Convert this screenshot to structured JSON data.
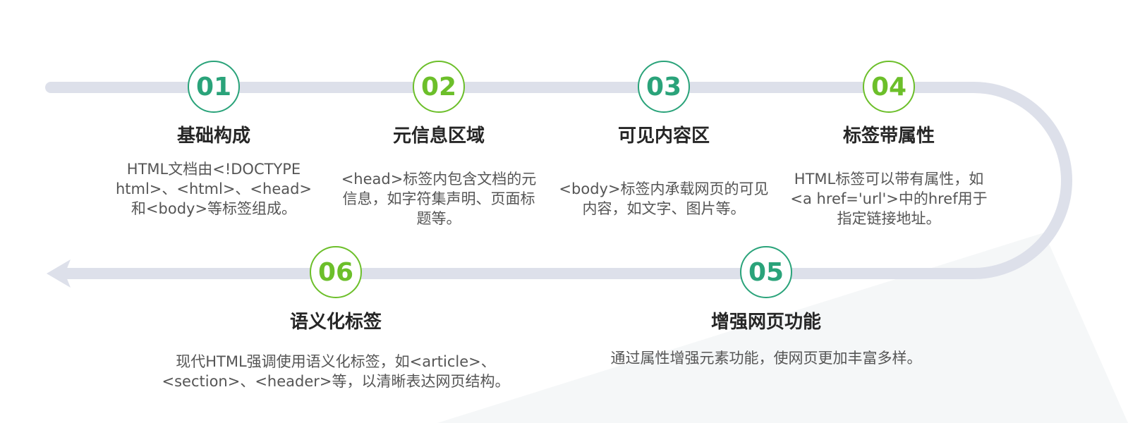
{
  "colors": {
    "track": "#dde0ea",
    "teal": "#2aa37a",
    "lime": "#6cbf2a",
    "title": "#262626",
    "text": "#555555"
  },
  "steps": [
    {
      "number": "01",
      "title": "基础构成",
      "description": "HTML文档由<!DOCTYPE html>、<html>、<head>和<body>等标签组成。"
    },
    {
      "number": "02",
      "title": "元信息区域",
      "description": "<head>标签内包含文档的元信息，如字符集声明、页面标题等。"
    },
    {
      "number": "03",
      "title": "可见内容区",
      "description": "<body>标签内承载网页的可见内容，如文字、图片等。"
    },
    {
      "number": "04",
      "title": "标签带属性",
      "description": "HTML标签可以带有属性，如<a href='url'>中的href用于指定链接地址。"
    },
    {
      "number": "05",
      "title": "增强网页功能",
      "description": "通过属性增强元素功能，使网页更加丰富多样。"
    },
    {
      "number": "06",
      "title": "语义化标签",
      "description": "现代HTML强调使用语义化标签，如<article>、<section>、<header>等，以清晰表达网页结构。"
    }
  ]
}
